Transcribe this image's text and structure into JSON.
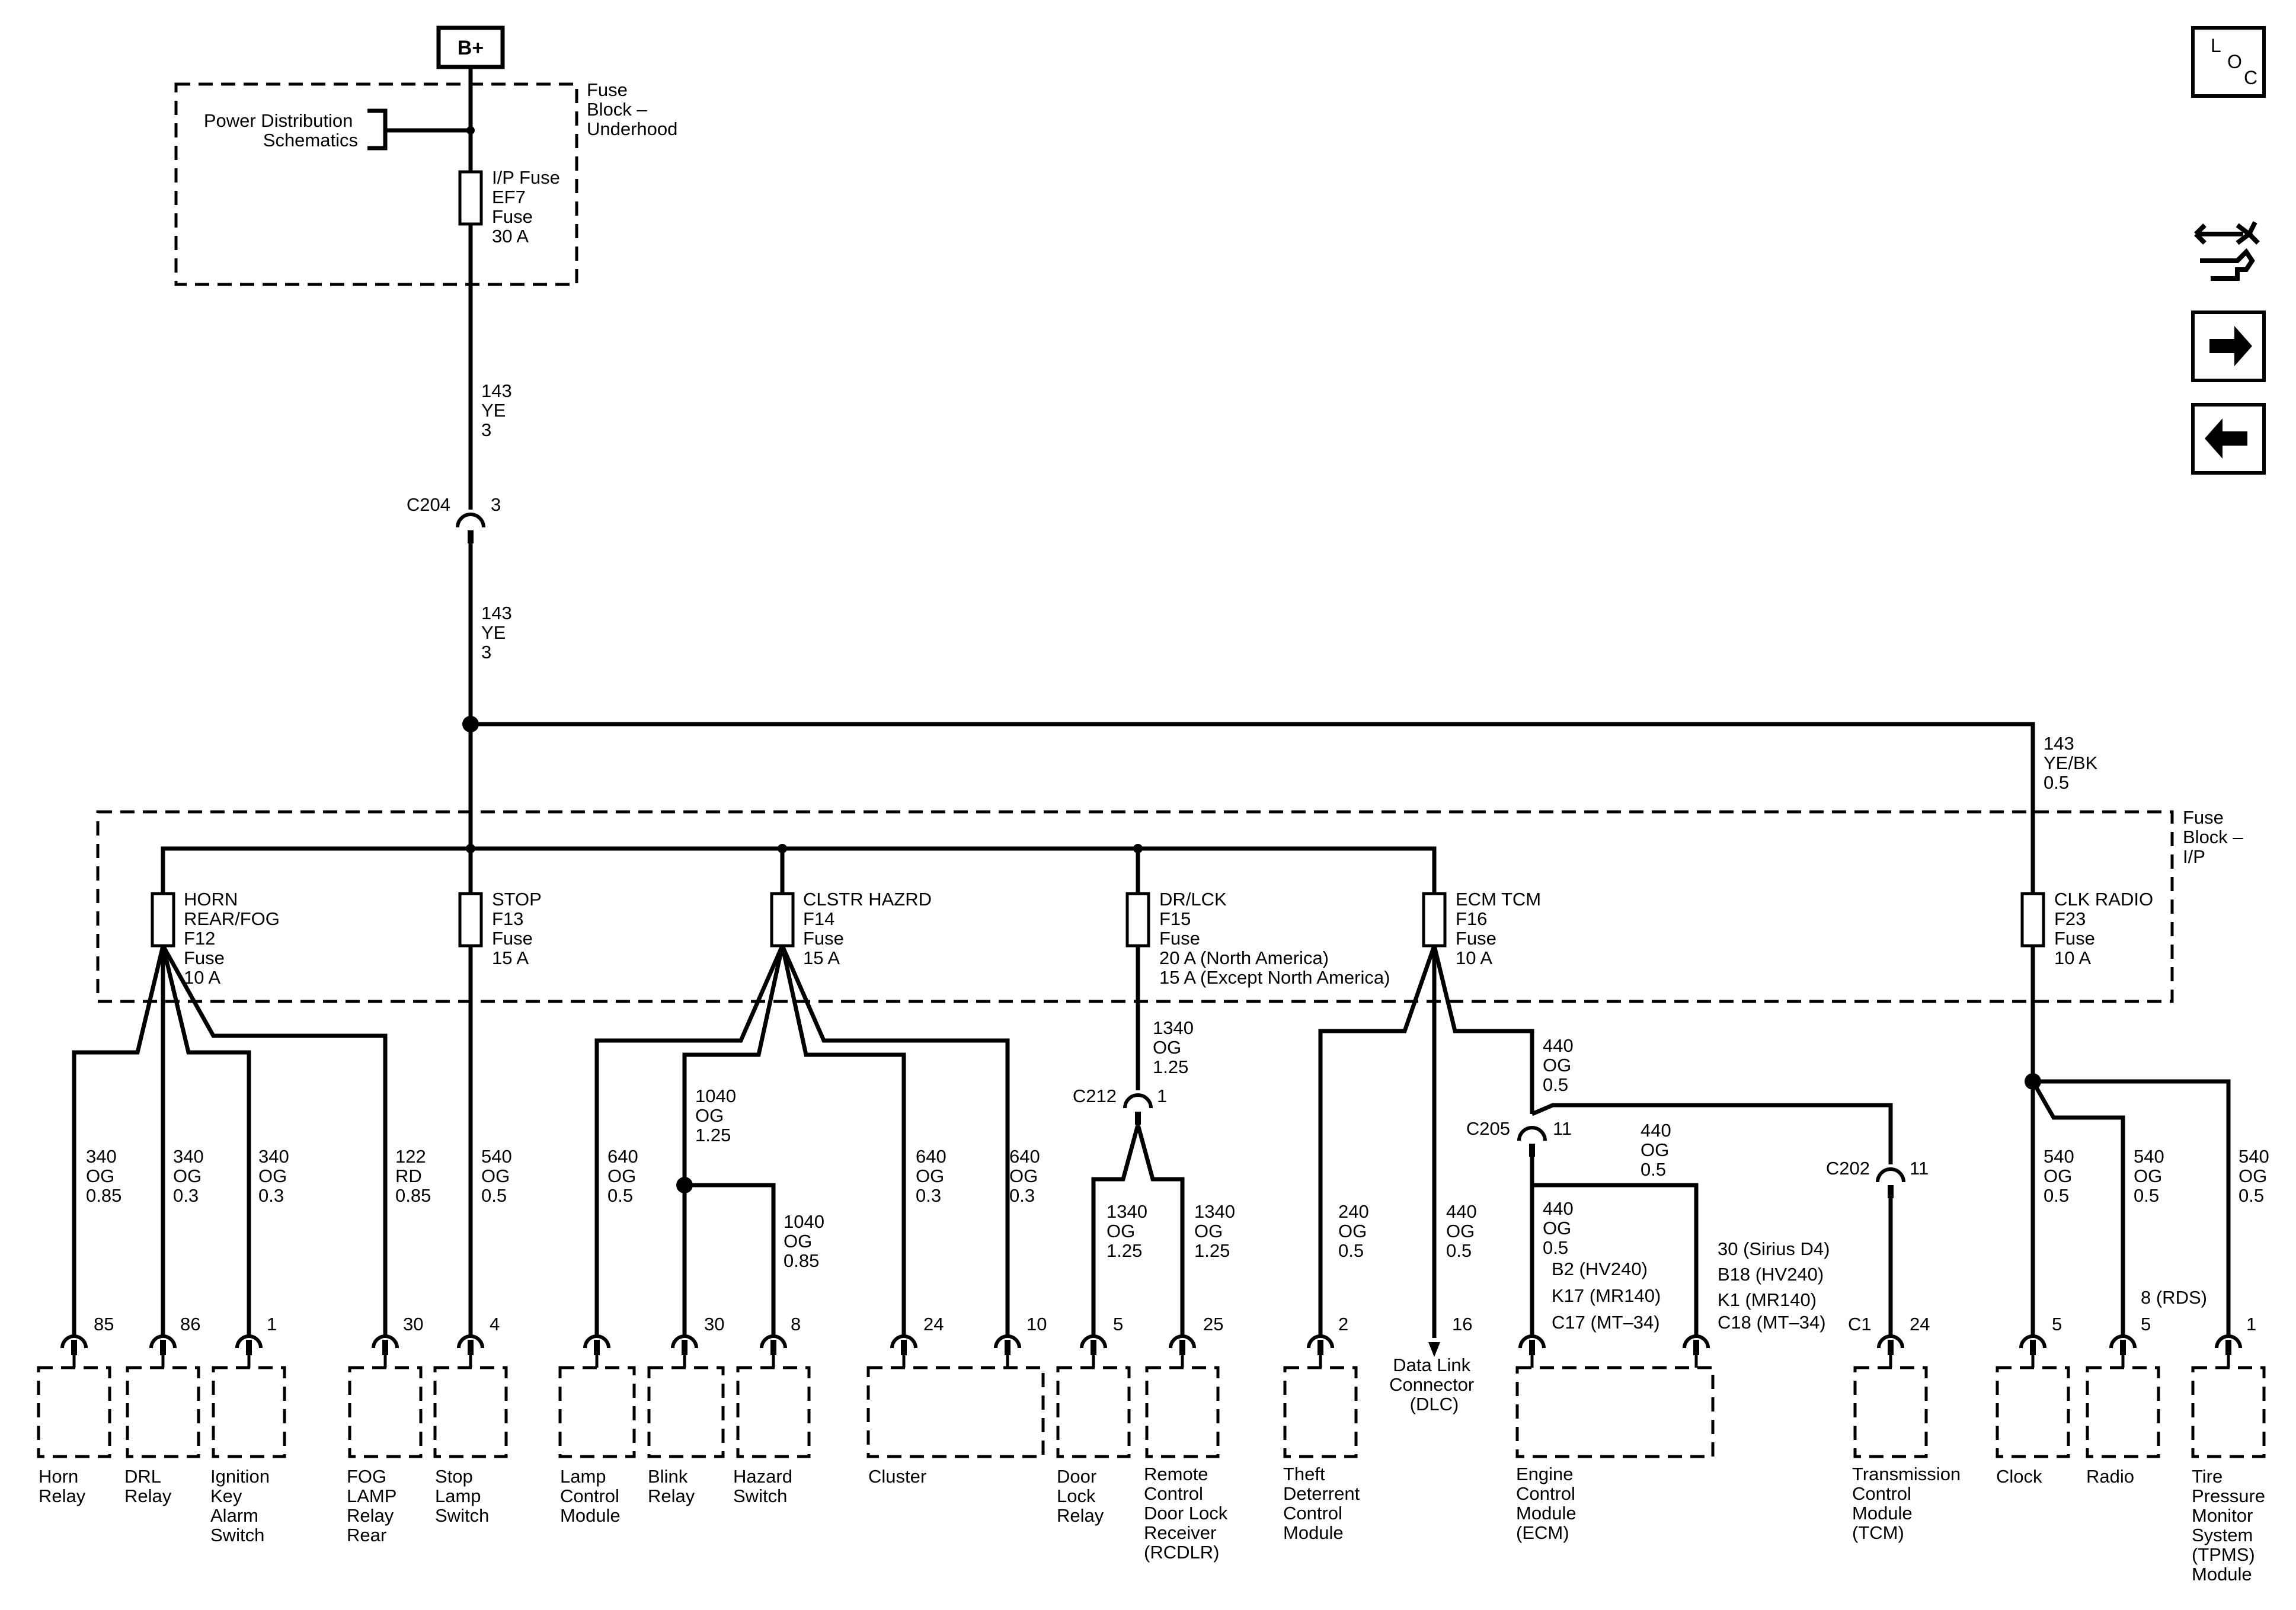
{
  "battery": "B+",
  "fuse_block_underhood": [
    "Fuse",
    "Block –",
    "Underhood"
  ],
  "fuse_block_ip": [
    "Fuse",
    "Block –",
    "I/P"
  ],
  "power_dist": [
    "Power Distribution",
    "Schematics"
  ],
  "ef7_fuse": [
    "I/P Fuse",
    "EF7",
    "Fuse",
    "30 A"
  ],
  "wire_top": [
    "143",
    "YE",
    "3"
  ],
  "c204": {
    "name": "C204",
    "pin": "3"
  },
  "wire_mid": [
    "143",
    "YE",
    "3"
  ],
  "wire_clk_feed": [
    "143",
    "YE/BK",
    "0.5"
  ],
  "fuses": [
    {
      "id": "f12",
      "lines": [
        "HORN",
        "REAR/FOG",
        "F12",
        "Fuse",
        "10 A"
      ]
    },
    {
      "id": "f13",
      "lines": [
        "STOP",
        "F13",
        "Fuse",
        "15 A"
      ]
    },
    {
      "id": "f14",
      "lines": [
        "CLSTR HAZRD",
        "F14",
        "Fuse",
        "15 A"
      ]
    },
    {
      "id": "f15",
      "lines": [
        "DR/LCK",
        "F15",
        "Fuse",
        "20 A (North America)",
        "15 A (Except North America)"
      ]
    },
    {
      "id": "f16",
      "lines": [
        "ECM TCM",
        "F16",
        "Fuse",
        "10 A"
      ]
    },
    {
      "id": "f23",
      "lines": [
        "CLK RADIO",
        "F23",
        "Fuse",
        "10 A"
      ]
    }
  ],
  "wires": {
    "horn_relay": [
      "340",
      "OG",
      "0.85"
    ],
    "drl_relay": [
      "340",
      "OG",
      "0.3"
    ],
    "ign_key": [
      "340",
      "OG",
      "0.3"
    ],
    "fog_relay": [
      "122",
      "RD",
      "0.85"
    ],
    "stop_lamp": [
      "540",
      "OG",
      "0.5"
    ],
    "lamp_ctrl": [
      "640",
      "OG",
      "0.5"
    ],
    "blink_feed": [
      "1040",
      "OG",
      "1.25"
    ],
    "hazard": [
      "1040",
      "OG",
      "0.85"
    ],
    "cluster_a": [
      "640",
      "OG",
      "0.3"
    ],
    "cluster_b": [
      "640",
      "OG",
      "0.3"
    ],
    "drlck_feed": [
      "1340",
      "OG",
      "1.25"
    ],
    "door_lock": [
      "1340",
      "OG",
      "1.25"
    ],
    "rcdlr": [
      "1340",
      "OG",
      "1.25"
    ],
    "theft": [
      "240",
      "OG",
      "0.5"
    ],
    "dlc": [
      "440",
      "OG",
      "0.5"
    ],
    "ecm_feed": [
      "440",
      "OG",
      "0.5"
    ],
    "tcm_feed": [
      "440",
      "OG",
      "0.5"
    ],
    "ecm_a": [
      "440",
      "OG",
      "0.5"
    ],
    "clock": [
      "540",
      "OG",
      "0.5"
    ],
    "radio": [
      "540",
      "OG",
      "0.5"
    ],
    "tpms": [
      "540",
      "OG",
      "0.5"
    ]
  },
  "c212": {
    "name": "C212",
    "pin": "1"
  },
  "c205": {
    "name": "C205",
    "pin": "11"
  },
  "c202": {
    "name": "C202",
    "pin": "11"
  },
  "pins": {
    "horn": "85",
    "drl": "86",
    "ign": "1",
    "fog": "30",
    "stop": "4",
    "blink": "30",
    "hazard": "8",
    "cluster_a": "24",
    "cluster_b": "10",
    "door": "5",
    "rcdlr": "25",
    "theft": "2",
    "dlc": "16",
    "tcm": "24",
    "clock": "5",
    "radio": "5",
    "tpms": "1",
    "tcm_c1": "C1",
    "radio_rds": "8 (RDS)"
  },
  "ecm_pins_a": [
    "B2  (HV240)",
    "K17  (MR140)",
    "C17  (MT–34)"
  ],
  "ecm_pins_b": [
    "30 (Sirius D4)",
    "B18  (HV240)",
    "K1  (MR140)",
    "C18  (MT–34)"
  ],
  "components": {
    "horn": [
      "Horn",
      "Relay"
    ],
    "drl": [
      "DRL",
      "Relay"
    ],
    "ign": [
      "Ignition",
      "Key",
      "Alarm",
      "Switch"
    ],
    "fog": [
      "FOG",
      "LAMP",
      "Relay",
      "Rear"
    ],
    "stop": [
      "Stop",
      "Lamp",
      "Switch"
    ],
    "lamp": [
      "Lamp",
      "Control",
      "Module"
    ],
    "blink": [
      "Blink",
      "Relay"
    ],
    "hazard": [
      "Hazard",
      "Switch"
    ],
    "cluster": [
      "Cluster"
    ],
    "door": [
      "Door",
      "Lock",
      "Relay"
    ],
    "rcdlr": [
      "Remote",
      "Control",
      "Door Lock",
      "Receiver",
      "(RCDLR)"
    ],
    "theft": [
      "Theft",
      "Deterrent",
      "Control",
      "Module"
    ],
    "dlc": [
      "Data Link",
      "Connector",
      "(DLC)"
    ],
    "ecm": [
      "Engine",
      "Control",
      "Module",
      "(ECM)"
    ],
    "tcm": [
      "Transmission",
      "Control",
      "Module",
      "(TCM)"
    ],
    "clock": [
      "Clock"
    ],
    "radio": [
      "Radio"
    ],
    "tpms": [
      "Tire",
      "Pressure",
      "Monitor",
      "System",
      "(TPMS)",
      "Module"
    ]
  },
  "nav": {
    "loc": [
      "L",
      "O",
      "C"
    ],
    "icons": [
      "schematic-link-icon",
      "arrow-right-icon",
      "arrow-left-icon"
    ]
  }
}
